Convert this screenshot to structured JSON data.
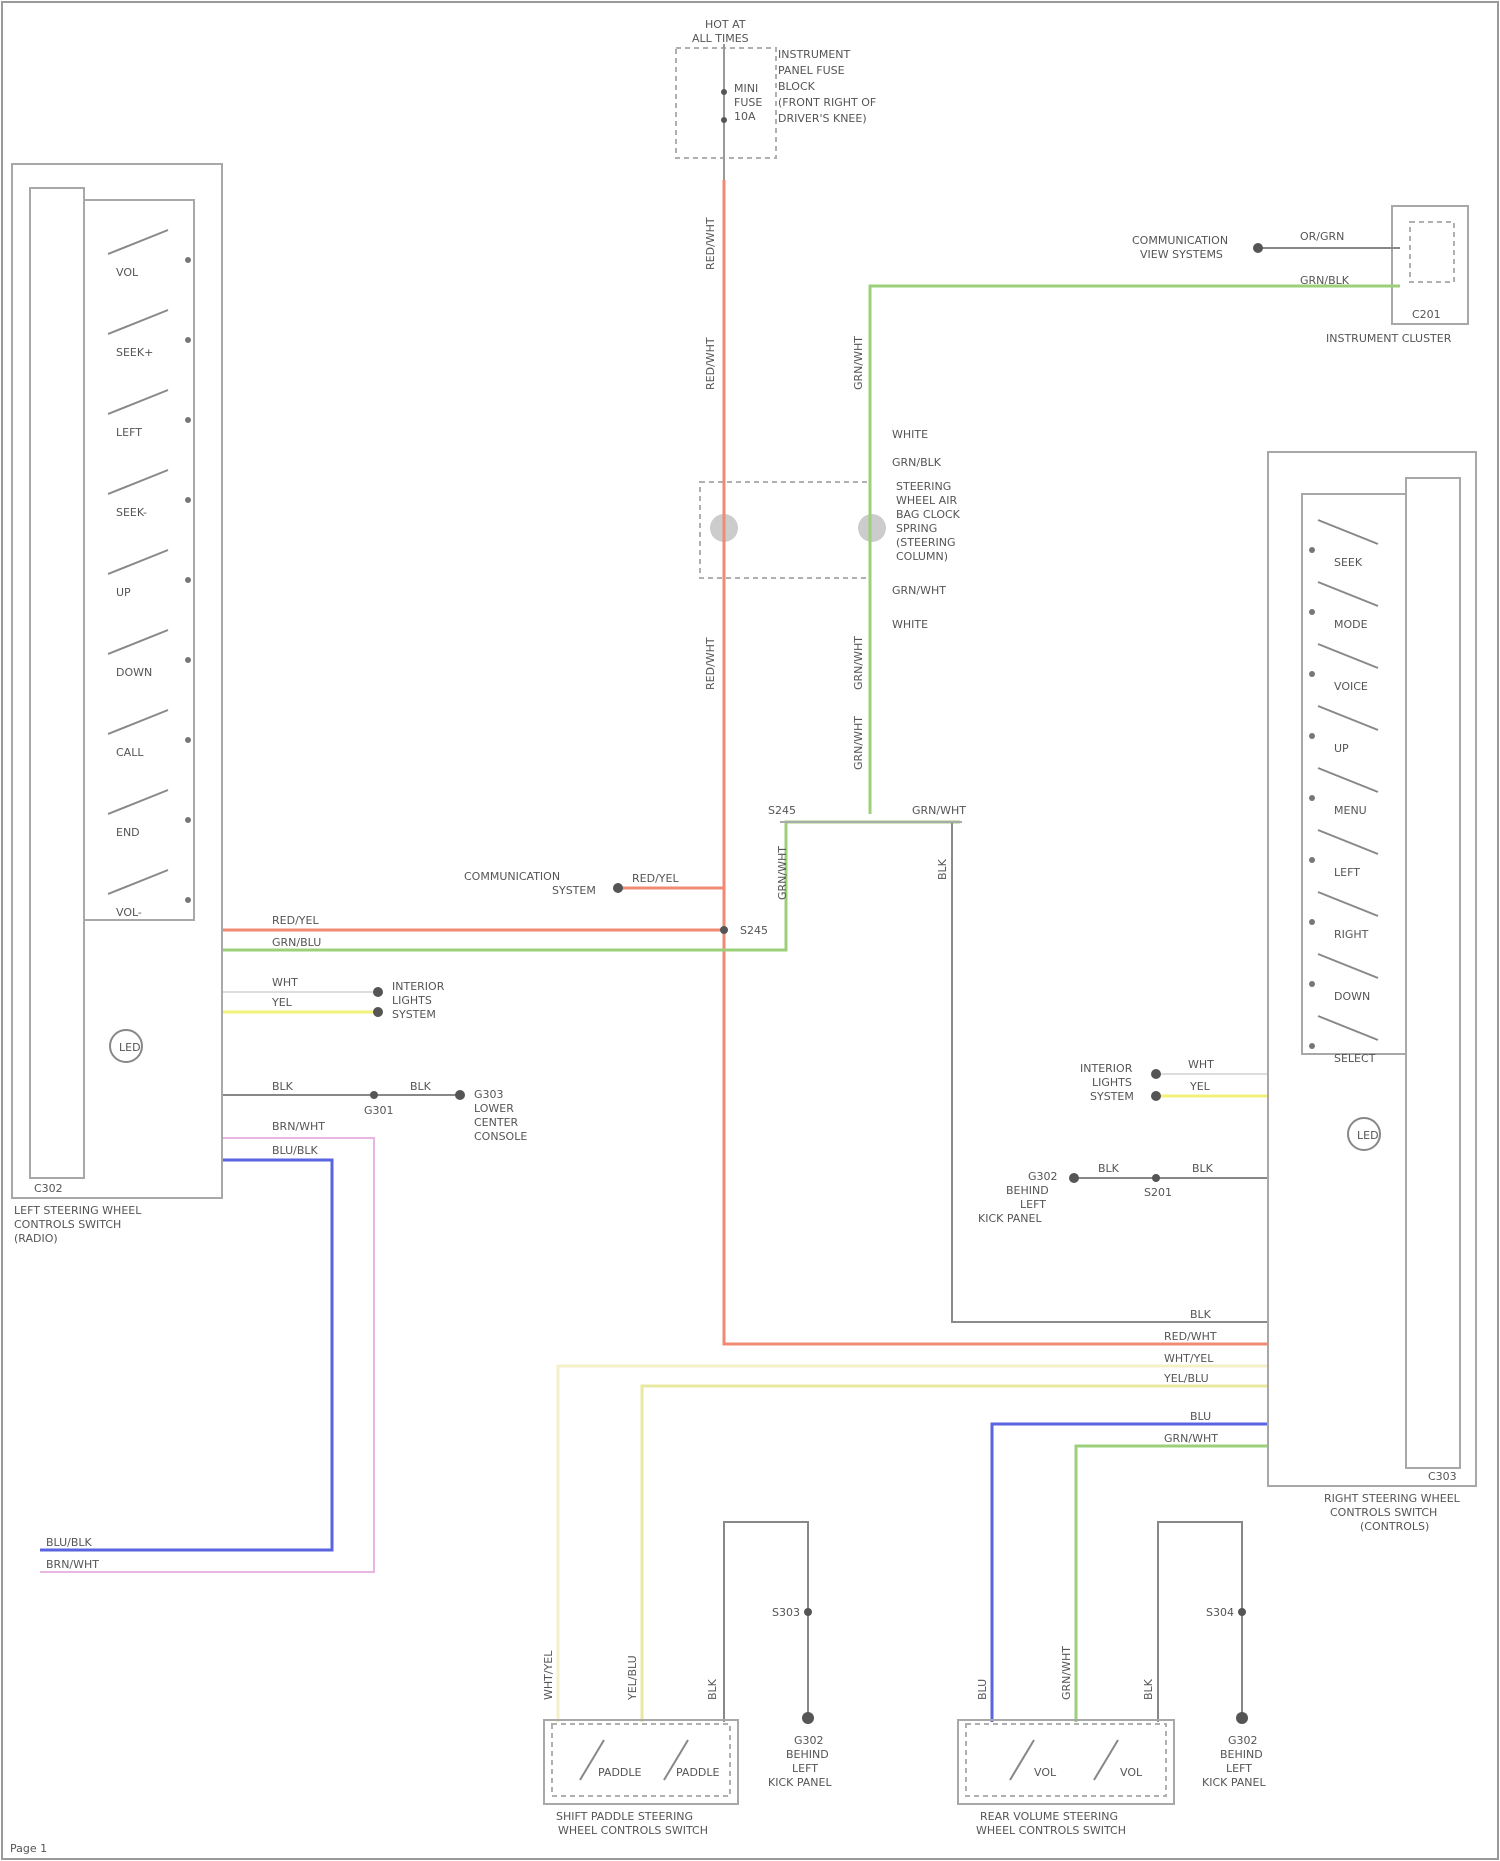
{
  "labels": {
    "fuse_header_1": "HOT AT",
    "fuse_header_2": "ALL TIMES",
    "fuse_desc_1": "INSTRUMENT",
    "fuse_desc_2": "PANEL FUSE",
    "fuse_desc_3": "BLOCK",
    "fuse_desc_4": "(FRONT RIGHT OF",
    "fuse_desc_5": "DRIVER'S KNEE)",
    "fuse_name_1": "MINI",
    "fuse_name_2": "FUSE",
    "fuse_name_3": "10A",
    "cluster_conn": "COMMUNICATION",
    "cluster_conn_2": "VIEW SYSTEMS",
    "cluster_wire_1": "OR/GRN",
    "cluster_wire_2": "GRN/BLK",
    "cluster_id": "C201",
    "cluster_name": "INSTRUMENT CLUSTER",
    "clockspring_1": "STEERING",
    "clockspring_2": "WHEEL AIR",
    "clockspring_3": "BAG CLOCK",
    "clockspring_4": "SPRING",
    "clockspring_5": "(STEERING",
    "clockspring_6": "COLUMN)",
    "cs_top_a": "WHITE",
    "cs_top_b": "GRN/BLK",
    "cs_bot_a": "GRN/WHT",
    "cs_bot_b": "WHITE",
    "splice_left": "S245",
    "splice_right": "GRN/WHT",
    "wire_red": "RED/WHT",
    "wire_grn": "GRN/WHT",
    "wire_blk": "BLK",
    "comm_left_1": "COMMUNICATION",
    "comm_left_2": "SYSTEM",
    "comm_left_wire": "RED/YEL",
    "splice_s245": "S245",
    "left_sw_labels": [
      "VOL",
      "SEEK+",
      "LEFT",
      "SEEK-",
      "UP",
      "DOWN",
      "CALL",
      "END",
      "VOL-"
    ],
    "left_id": "C302",
    "left_name_1": "LEFT STEERING WHEEL",
    "left_name_2": "CONTROLS SWITCH",
    "left_name_3": "(RADIO)",
    "left_wire_1": "RED/YEL",
    "left_wire_2": "GRN/BLU",
    "left_wire_3": "WHT",
    "left_wire_4": "YEL",
    "left_wire_5": "BLK",
    "left_wire_6": "BRN/WHT",
    "left_wire_7": "BLU/BLK",
    "left_amb_1": "INTERIOR",
    "left_amb_2": "LIGHTS",
    "left_amb_3": "SYSTEM",
    "left_gnd_1": "G301",
    "left_gnd_2": "BLK",
    "left_gnd_3": "G303",
    "left_gnd_4": "LOWER",
    "left_gnd_5": "CENTER",
    "left_gnd_6": "CONSOLE",
    "bottom_left_wire_1": "BLU/BLK",
    "bottom_left_wire_2": "BRN/WHT",
    "right_sw_labels": [
      "SEEK",
      "MODE",
      "VOICE",
      "UP",
      "MENU",
      "LEFT",
      "RIGHT",
      "DOWN",
      "SELECT"
    ],
    "right_id": "C303",
    "right_name_1": "RIGHT STEERING WHEEL",
    "right_name_2": "CONTROLS SWITCH",
    "right_name_3": "(CONTROLS)",
    "right_amb_1": "INTERIOR",
    "right_amb_2": "LIGHTS",
    "right_amb_3": "SYSTEM",
    "right_wire_1": "WHT",
    "right_wire_2": "YEL",
    "right_gnd_1": "G302",
    "right_gnd_2": "BEHIND",
    "right_gnd_3": "LEFT",
    "right_gnd_4": "KICK PANEL",
    "right_wire_blk1": "BLK",
    "right_wire_blk2": "BLK",
    "right_wire_s": "S201",
    "right_bus_1": "BLK",
    "right_bus_2": "RED/WHT",
    "right_bus_3": "WHT/YEL",
    "right_bus_4": "YEL/BLU",
    "right_bus_5": "BLU",
    "right_bus_6": "GRN/WHT",
    "bl_sw_1": "PADDLE",
    "bl_sw_2": "PADDLE",
    "bl_wire_1": "WHT/YEL",
    "bl_wire_2": "YEL/BLU",
    "bl_wire_3": "BLK",
    "bl_splice": "S303",
    "bl_gnd_1": "G302",
    "bl_gnd_2": "BEHIND",
    "bl_gnd_3": "LEFT",
    "bl_gnd_4": "KICK PANEL",
    "bl_name_1": "SHIFT PADDLE STEERING",
    "bl_name_2": "WHEEL CONTROLS SWITCH",
    "br_sw_1": "VOL",
    "br_sw_2": "VOL",
    "br_wire_1": "BLU",
    "br_wire_2": "GRN/WHT",
    "br_wire_3": "BLK",
    "br_splice": "S304",
    "br_gnd_1": "G302",
    "br_gnd_2": "BEHIND",
    "br_gnd_3": "LEFT",
    "br_gnd_4": "KICK PANEL",
    "br_name_1": "REAR VOLUME STEERING",
    "br_name_2": "WHEEL CONTROLS SWITCH",
    "footer": "Page 1"
  },
  "colors": {
    "red": "#f08a72",
    "green": "#9ccf7a",
    "blue": "#5a63e0",
    "pink": "#e8b6e0",
    "yellow": "#f2f27a",
    "cream": "#f4f0c8",
    "gray": "#8a8a8a"
  }
}
